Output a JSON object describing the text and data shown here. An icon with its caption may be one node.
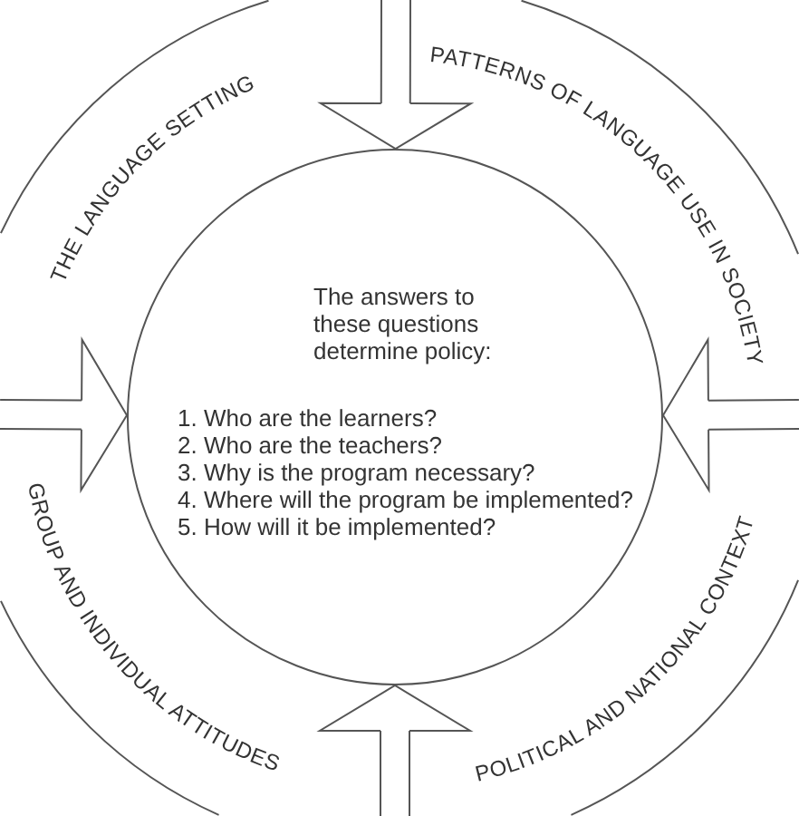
{
  "diagram": {
    "nodes": [
      {
        "text": [
          "THE LANGUAGE SETTING"
        ]
      },
      {
        "text": [
          "PATTERNS OF LANGUAGE USE IN SOCIETY"
        ]
      },
      {
        "text": [
          "The answers to these questions determine policy:",
          "1. Who are the learners?",
          "2. Who are the teachers?",
          "3. Why is the program necessary?",
          "4. Where will the program be implemented?",
          "5. How will it be implemented?"
        ]
      },
      {
        "text": [
          "GROUP AND INDIVIDUAL ATTITUDES"
        ]
      },
      {
        "text": [
          "POLITICAL AND NATIONAL CONTEXT"
        ]
      }
    ],
    "edges": [
      {
        "from": null,
        "to": 2,
        "arrow": "to"
      },
      {
        "from": null,
        "to": 2,
        "arrow": "to"
      },
      {
        "from": null,
        "to": 2,
        "arrow": "to"
      },
      {
        "from": null,
        "to": 2,
        "arrow": "to"
      }
    ]
  }
}
